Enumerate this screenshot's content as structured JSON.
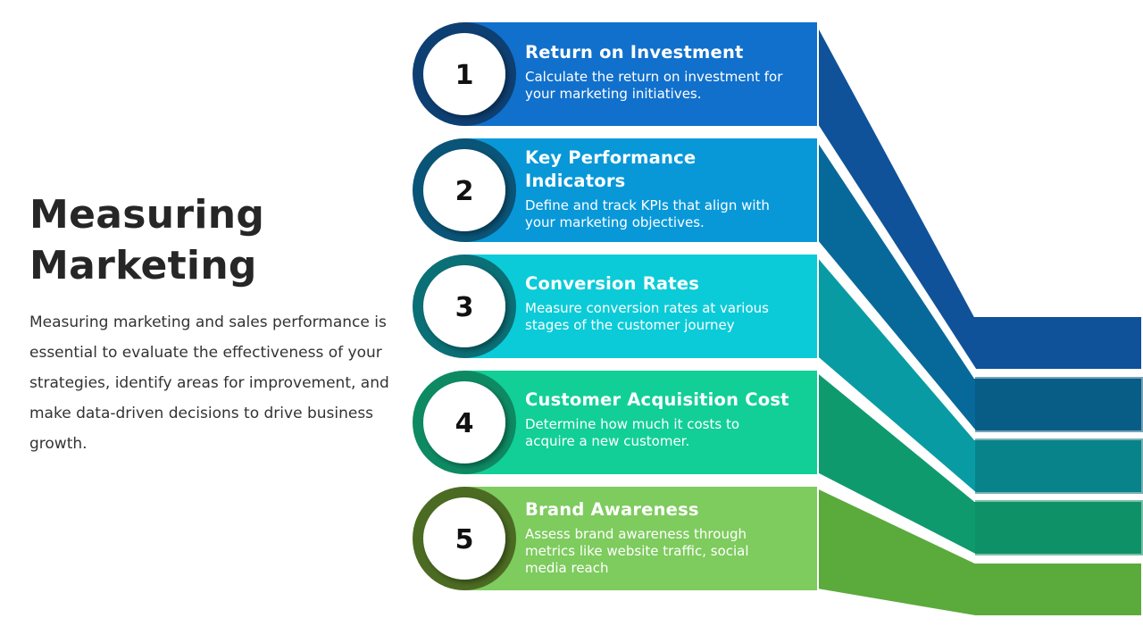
{
  "slide": {
    "title_line1": "Measuring",
    "title_line2": "Marketing",
    "body": "Measuring marketing and sales performance is essential to evaluate the effectiveness of your strategies, identify areas for improvement, and make data-driven decisions to drive business growth."
  },
  "steps": [
    {
      "number": "1",
      "title": "Return on Investment",
      "description": "Calculate the return on investment for your marketing initiatives.",
      "bar_color": "#1170CC",
      "ramp_color": "#0F5299",
      "ring_color": "#0E3F72"
    },
    {
      "number": "2",
      "title": "Key Performance Indicators",
      "description": "Define and track KPIs that align with your marketing objectives.",
      "bar_color": "#0898D8",
      "ramp_color": "#07699A",
      "ring_color": "#0A5478"
    },
    {
      "number": "3",
      "title": "Conversion Rates",
      "description": "Measure conversion rates at various stages of the customer journey",
      "bar_color": "#0BCBD8",
      "ramp_color": "#089BA3",
      "ring_color": "#0B6F76"
    },
    {
      "number": "4",
      "title": "Customer Acquisition Cost",
      "description": "Determine how much it costs to acquire a new customer.",
      "bar_color": "#12CF97",
      "ramp_color": "#0F9A6E",
      "ring_color": "#0E8A63"
    },
    {
      "number": "5",
      "title": "Brand Awareness",
      "description": "Assess brand awareness through metrics like website traffic, social media reach",
      "bar_color": "#7ECB5E",
      "ramp_color": "#5BAA3C",
      "ring_color": "#4C6B22"
    }
  ]
}
